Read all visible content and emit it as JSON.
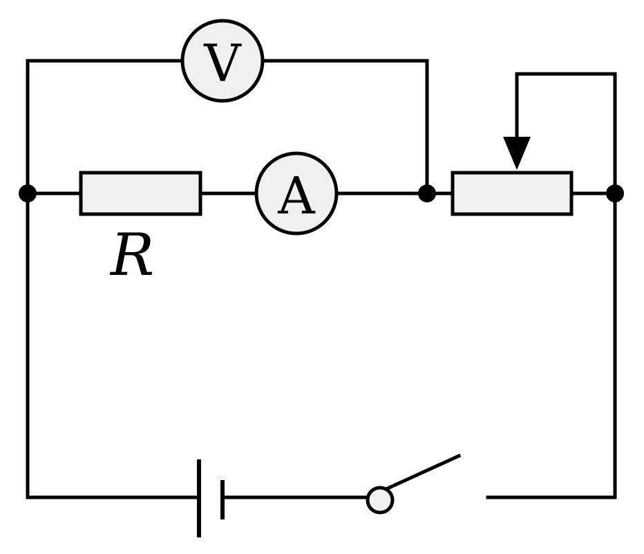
{
  "diagram": {
    "type": "circuit-schematic",
    "components": {
      "voltmeter": {
        "symbol": "V"
      },
      "ammeter": {
        "symbol": "A"
      },
      "resistor": {
        "label": "R"
      },
      "rheostat": {
        "label": ""
      },
      "battery": {
        "label": ""
      },
      "switch": {
        "label": "",
        "state": "open"
      }
    },
    "colors": {
      "line": "#000000",
      "fill": "#f0f0f0",
      "background": "#ffffff"
    }
  }
}
